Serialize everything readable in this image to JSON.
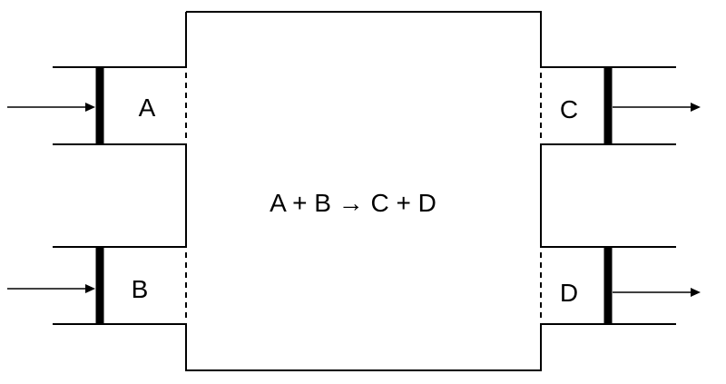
{
  "labels": {
    "inlet_a": "A",
    "inlet_b": "B",
    "outlet_c": "C",
    "outlet_d": "D",
    "reaction": "A + B → C + D"
  },
  "colors": {
    "stroke": "#000000",
    "background": "#ffffff"
  }
}
